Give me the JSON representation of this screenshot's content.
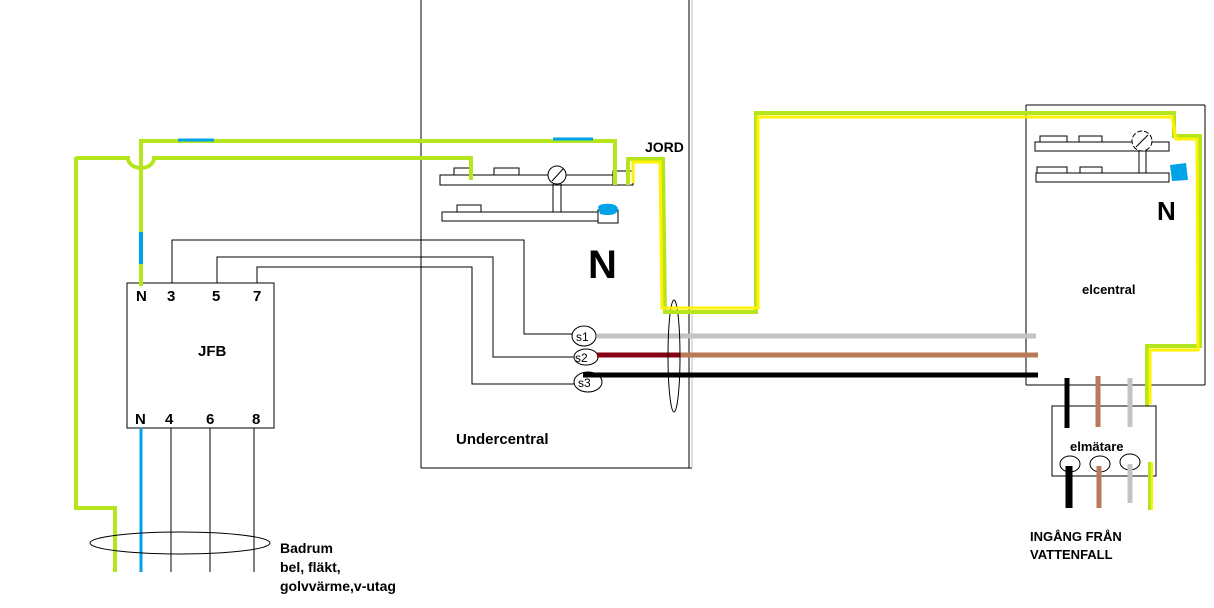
{
  "diagram": {
    "title": "Wiring diagram: JFB, Undercentral, Elcentral, Elmätare",
    "colors": {
      "earth_green": "#b5e61d",
      "earth_yellow": "#fff200",
      "neutral_blue": "#00a2e8",
      "phase_grey": "#c3c3c3",
      "phase_brown": "#b97a57",
      "phase_darkred": "#880015",
      "phase_black": "#000000"
    },
    "jfb": {
      "label": "JFB",
      "top_terminals": [
        "N",
        "3",
        "5",
        "7"
      ],
      "bottom_terminals": [
        "N",
        "4",
        "6",
        "8"
      ]
    },
    "undercentral": {
      "label": "Undercentral",
      "neutral_label": "N",
      "earth_label": "JORD",
      "terminals": [
        "s1",
        "s2",
        "s3"
      ]
    },
    "elcentral": {
      "label": "elcentral",
      "neutral_label": "N"
    },
    "elmatare": {
      "label": "elmätare",
      "supply_label_line1": "INGÅNG FRÅN",
      "supply_label_line2": "VATTENFALL"
    },
    "bathroom": {
      "line1": "Badrum",
      "line2": "bel, fläkt,",
      "line3": "golvvärme,v-utag"
    }
  }
}
